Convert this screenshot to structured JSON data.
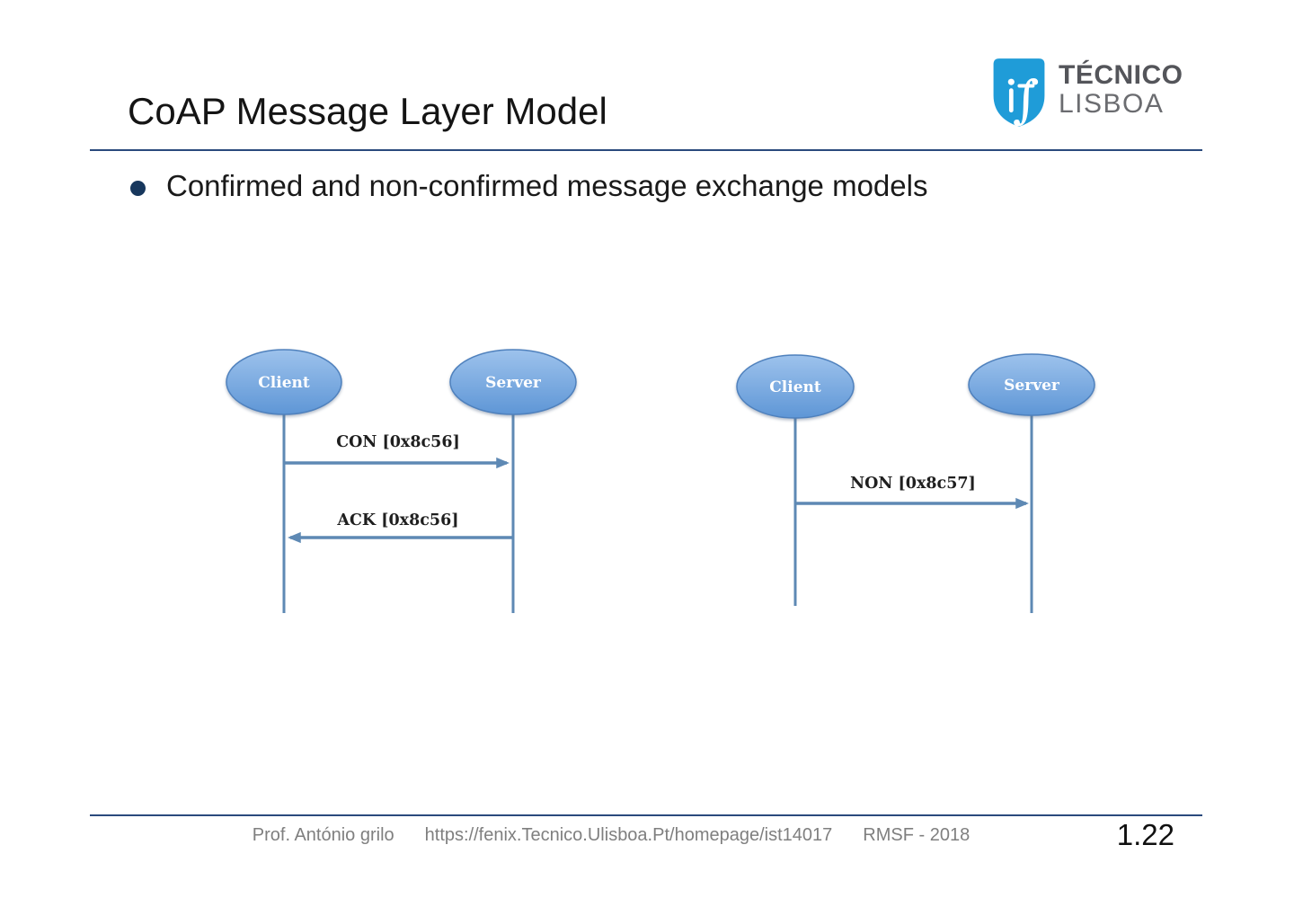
{
  "slide": {
    "title": "CoAP Message Layer Model",
    "bullet_text": "Confirmed and non-confirmed message exchange models",
    "page_number": "1.22"
  },
  "logo": {
    "shield_icon": "ist-shield",
    "institution_line1": "TÉCNICO",
    "institution_line2": "LISBOA",
    "shield_color": "#1f9cd8"
  },
  "diagrams": [
    {
      "id": "confirmed-exchange",
      "actors": [
        {
          "label": "Client"
        },
        {
          "label": "Server"
        }
      ],
      "messages": [
        {
          "label": "CON [0x8c56]",
          "from": "Client",
          "to": "Server"
        },
        {
          "label": "ACK [0x8c56]",
          "from": "Server",
          "to": "Client"
        }
      ]
    },
    {
      "id": "non-confirmed-exchange",
      "actors": [
        {
          "label": "Client"
        },
        {
          "label": "Server"
        }
      ],
      "messages": [
        {
          "label": "NON [0x8c57]",
          "from": "Client",
          "to": "Server"
        }
      ]
    }
  ],
  "footer": {
    "author": "Prof. António grilo",
    "url": "https://fenix.Tecnico.Ulisboa.Pt/homepage/ist14017",
    "course_year": "RMSF - 2018"
  },
  "colors": {
    "rule_navy": "#2a4a7d",
    "bullet_navy": "#17375d",
    "actor_fill_top": "#9dc2ec",
    "actor_fill_bottom": "#5e96d6",
    "actor_stroke": "#4f81bd",
    "line_blue": "#5e89b4",
    "footer_gray": "#7f7f7f"
  }
}
